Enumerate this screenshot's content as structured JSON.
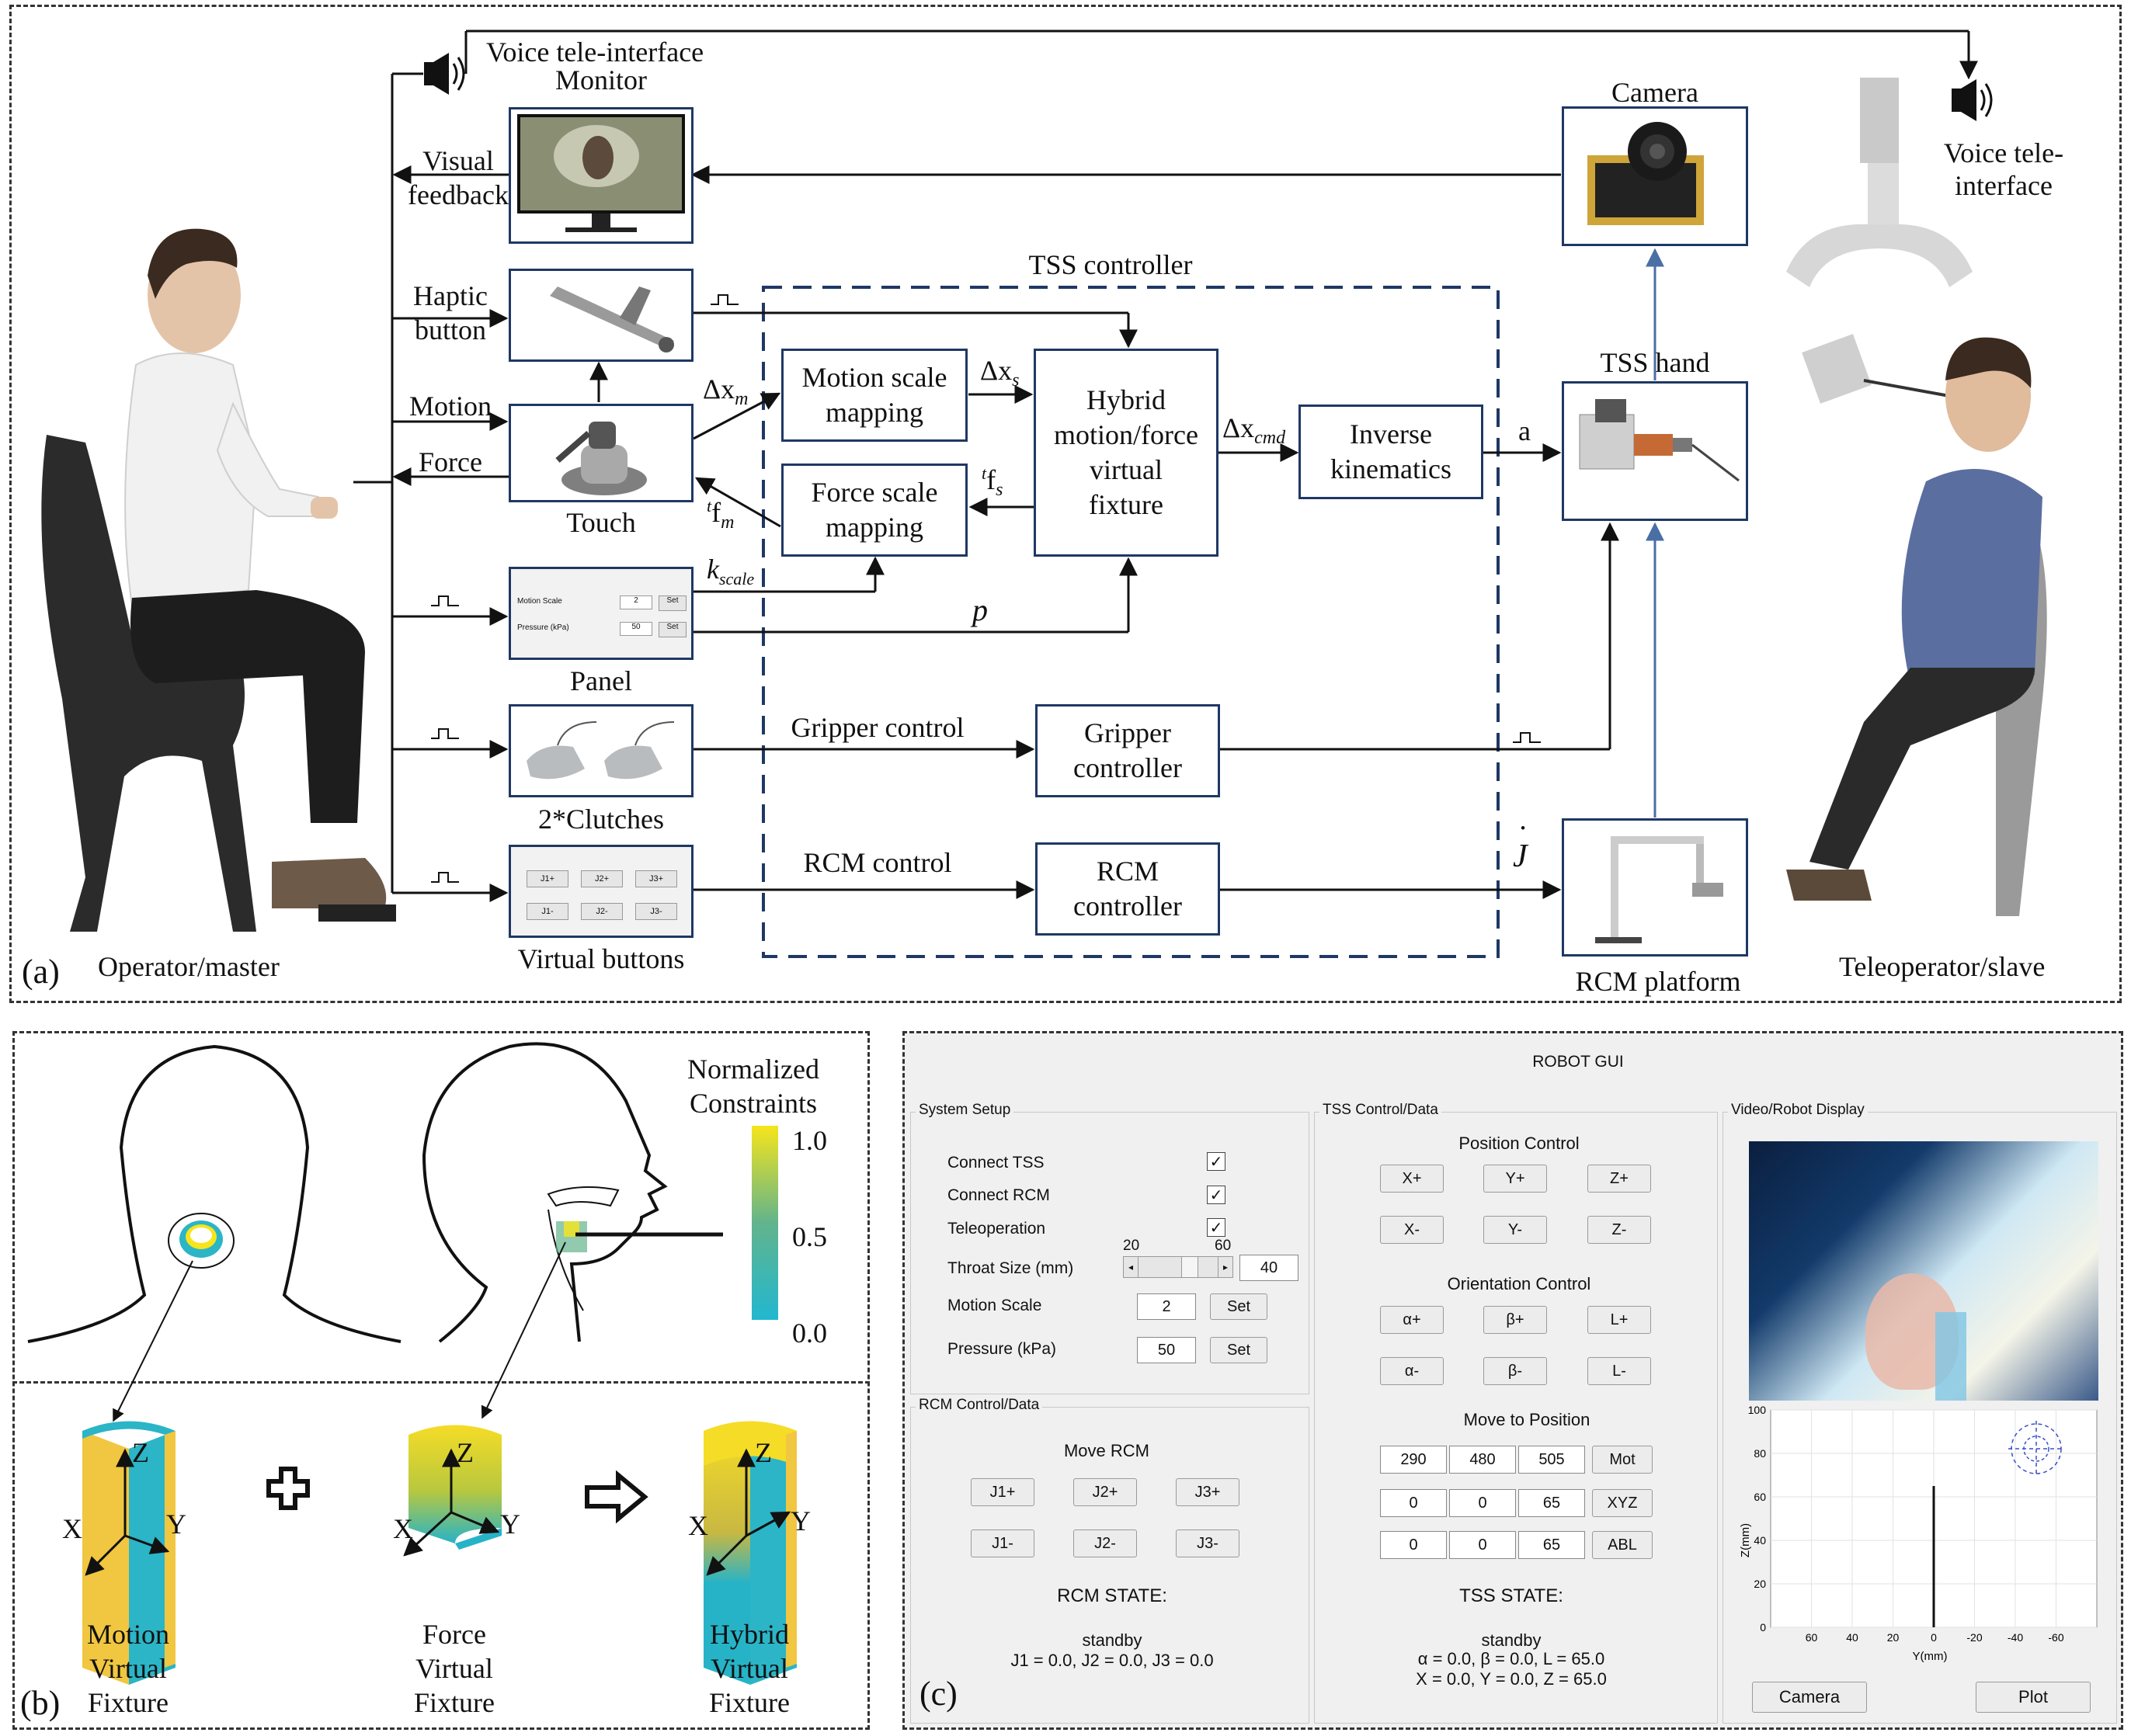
{
  "panel_a": {
    "tag": "(a)",
    "operator_label": "Operator/master",
    "teleoperator_label": "Teleoperator/slave",
    "voice_left": "Voice tele-interface",
    "voice_right_l1": "Voice tele-",
    "voice_right_l2": "interface",
    "monitor": "Monitor",
    "camera": "Camera",
    "tss_hand": "TSS hand",
    "rcm_platform": "RCM platform",
    "visual_feedback_l1": "Visual",
    "visual_feedback_l2": "feedback",
    "haptic_l1": "Haptic",
    "haptic_l2": "button",
    "motion": "Motion",
    "force": "Force",
    "touch": "Touch",
    "panel": "Panel",
    "clutches": "2*Clutches",
    "virtual_buttons": "Virtual buttons",
    "tss_controller": "TSS controller",
    "blocks": {
      "motion_scale": "Motion scale\nmapping",
      "force_scale": "Force scale\nmapping",
      "hybrid": "Hybrid\nmotion/force\nvirtual\nfixture",
      "inverse": "Inverse\nkinematics",
      "gripper": "Gripper\ncontroller",
      "rcm": "RCM\ncontroller"
    },
    "signals": {
      "dxm": "Δx",
      "dxm_sub": "m",
      "dxs": "Δx",
      "dxs_sub": "s",
      "dxcmd": "Δx",
      "dxcmd_sub": "cmd",
      "tfs_pre": "t",
      "tfs": "f",
      "tfs_sub": "s",
      "tfm_pre": "t",
      "tfm": "f",
      "tfm_sub": "m",
      "kscale": "k",
      "kscale_sub": "scale",
      "p": "p",
      "a": "a",
      "jdot": "J",
      "gripper_control": "Gripper control",
      "rcm_control": "RCM control"
    },
    "panel_widget": {
      "motion_scale_label": "Motion Scale",
      "motion_scale_value": "2",
      "pressure_label": "Pressure (kPa)",
      "pressure_value": "50",
      "set": "Set"
    },
    "vbuttons": [
      "J1+",
      "J2+",
      "J3+",
      "J1-",
      "J2-",
      "J3-"
    ]
  },
  "panel_b": {
    "tag": "(b)",
    "colorbar_title_l1": "Normalized",
    "colorbar_title_l2": "Constraints",
    "ticks": [
      "1.0",
      "0.5",
      "0.0"
    ],
    "fixtures": [
      {
        "l1": "Motion",
        "l2": "Virtual",
        "l3": "Fixture"
      },
      {
        "l1": "Force",
        "l2": "Virtual",
        "l3": "Fixture"
      },
      {
        "l1": "Hybrid",
        "l2": "Virtual",
        "l3": "Fixture"
      }
    ],
    "axes": {
      "x": "X",
      "y": "Y",
      "z": "Z"
    },
    "plus": "✚",
    "arrow": "⇨"
  },
  "panel_c": {
    "tag": "(c)",
    "title": "ROBOT GUI",
    "system_setup": {
      "title": "System Setup",
      "connect_tss": "Connect TSS",
      "connect_rcm": "Connect RCM",
      "teleoperation": "Teleoperation",
      "check": "✓",
      "throat_size": "Throat Size (mm)",
      "slider_min": "20",
      "slider_max": "60",
      "throat_value": "40",
      "motion_scale": "Motion Scale",
      "motion_value": "2",
      "pressure": "Pressure (kPa)",
      "pressure_value": "50",
      "set": "Set"
    },
    "rcm": {
      "title": "RCM Control/Data",
      "move": "Move RCM",
      "buttons": [
        "J1+",
        "J2+",
        "J3+",
        "J1-",
        "J2-",
        "J3-"
      ],
      "state_title": "RCM STATE:",
      "state": "standby",
      "state_values": "J1 = 0.0, J2 = 0.0, J3 = 0.0"
    },
    "tss": {
      "title": "TSS Control/Data",
      "position_control": "Position Control",
      "pos_buttons": [
        "X+",
        "Y+",
        "Z+",
        "X-",
        "Y-",
        "Z-"
      ],
      "orientation_control": "Orientation Control",
      "ori_buttons": [
        "α+",
        "β+",
        "L+",
        "α-",
        "β-",
        "L-"
      ],
      "move_to": "Move to Position",
      "rows": [
        {
          "v": [
            "290",
            "480",
            "505"
          ],
          "btn": "Mot"
        },
        {
          "v": [
            "0",
            "0",
            "65"
          ],
          "btn": "XYZ"
        },
        {
          "v": [
            "0",
            "0",
            "65"
          ],
          "btn": "ABL"
        }
      ],
      "state_title": "TSS STATE:",
      "state": "standby",
      "state_l1": "α = 0.0, β = 0.0, L = 65.0",
      "state_l2": "X = 0.0, Y = 0.0, Z = 65.0"
    },
    "display": {
      "title": "Video/Robot Display",
      "ylabel": "Z(mm)",
      "xlabel": "Y(mm)",
      "camera_btn": "Camera",
      "plot_btn": "Plot"
    }
  },
  "chart_data": {
    "type": "line",
    "xlabel": "Y(mm)",
    "ylabel": "Z(mm)",
    "xlim": [
      80,
      -80
    ],
    "ylim": [
      0,
      100
    ],
    "xticks": [
      60,
      40,
      20,
      0,
      -20,
      -40,
      -60
    ],
    "yticks": [
      0,
      20,
      40,
      60,
      80,
      100
    ],
    "series": [
      {
        "x": [
          0,
          0
        ],
        "y": [
          0,
          65
        ]
      }
    ],
    "grid": true
  }
}
